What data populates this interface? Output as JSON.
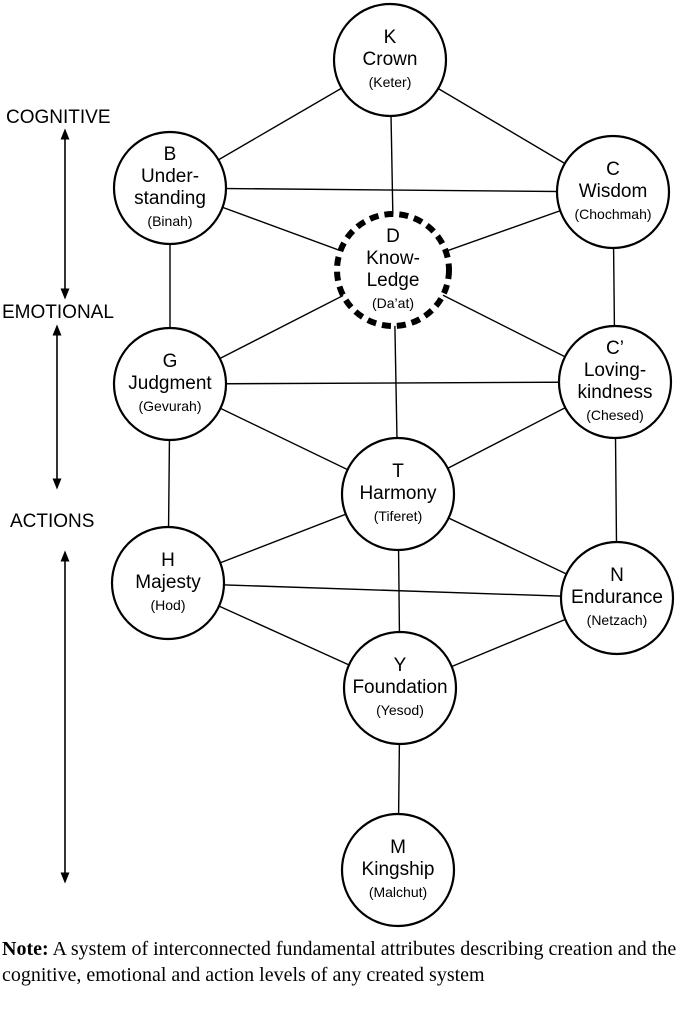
{
  "levels": {
    "cognitive": "COGNITIVE",
    "emotional": "EMOTIONAL",
    "actions": "ACTIONS"
  },
  "nodes": {
    "K": {
      "letter": "K",
      "name": [
        "Crown"
      ],
      "hebrew": "(Keter)"
    },
    "B": {
      "letter": "B",
      "name": [
        "Under-",
        "standing"
      ],
      "hebrew": "(Binah)"
    },
    "C": {
      "letter": "C",
      "name": [
        "Wisdom"
      ],
      "hebrew": "(Chochmah)"
    },
    "D": {
      "letter": "D",
      "name": [
        "Know-",
        "Ledge"
      ],
      "hebrew": "(Da’at)"
    },
    "G": {
      "letter": "G",
      "name": [
        "Judgment"
      ],
      "hebrew": "(Gevurah)"
    },
    "C2": {
      "letter": "C’",
      "name": [
        "Loving-",
        "kindness"
      ],
      "hebrew": "(Chesed)"
    },
    "T": {
      "letter": "T",
      "name": [
        "Harmony"
      ],
      "hebrew": "(Tiferet)"
    },
    "H": {
      "letter": "H",
      "name": [
        "Majesty"
      ],
      "hebrew": "(Hod)"
    },
    "N": {
      "letter": "N",
      "name": [
        "Endurance"
      ],
      "hebrew": "(Netzach)"
    },
    "Y": {
      "letter": "Y",
      "name": [
        "Foundation"
      ],
      "hebrew": "(Yesod)"
    },
    "M": {
      "letter": "M",
      "name": [
        "Kingship"
      ],
      "hebrew": "(Malchut)"
    }
  },
  "edges": [
    [
      "K",
      "B"
    ],
    [
      "K",
      "C"
    ],
    [
      "K",
      "T"
    ],
    [
      "B",
      "C"
    ],
    [
      "B",
      "D"
    ],
    [
      "B",
      "G"
    ],
    [
      "C",
      "D"
    ],
    [
      "C",
      "C2"
    ],
    [
      "G",
      "C2"
    ],
    [
      "G",
      "D"
    ],
    [
      "G",
      "T"
    ],
    [
      "G",
      "H"
    ],
    [
      "C2",
      "D"
    ],
    [
      "C2",
      "T"
    ],
    [
      "C2",
      "N"
    ],
    [
      "T",
      "H"
    ],
    [
      "T",
      "N"
    ],
    [
      "T",
      "Y"
    ],
    [
      "H",
      "N"
    ],
    [
      "H",
      "Y"
    ],
    [
      "N",
      "Y"
    ],
    [
      "Y",
      "M"
    ]
  ],
  "note": {
    "label": "Note:",
    "text": "A system of interconnected fundamental attributes describing creation and the cognitive, emotional and action levels of any created system"
  }
}
